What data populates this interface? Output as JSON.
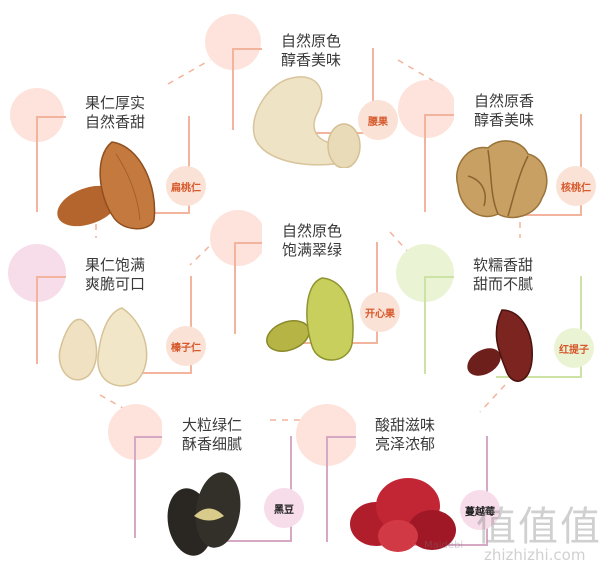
{
  "colors": {
    "pink_blob": "#fde3db",
    "orange_line": "#f2b49c",
    "orange_tag_bg": "#fbe2d6",
    "orange_tag_text": "#d6582b",
    "green_line": "#cde3a6",
    "green_tag_bg": "#eaf4d5",
    "purple_line": "#d7a8c4",
    "purple_tag_bg": "#f7dcea",
    "purple_tag_text": "#222222"
  },
  "cards": [
    {
      "id": "cashew",
      "title_line1": "自然原色",
      "title_line2": "醇香美味",
      "tag": "腰果",
      "icon": "cashew-nut-image"
    },
    {
      "id": "almond",
      "title_line1": "果仁厚实",
      "title_line2": "自然香甜",
      "tag": "扁桃仁",
      "icon": "almond-image"
    },
    {
      "id": "walnut",
      "title_line1": "自然原香",
      "title_line2": "醇香美味",
      "tag": "核桃仁",
      "icon": "walnut-image"
    },
    {
      "id": "hazelnut",
      "title_line1": "果仁饱满",
      "title_line2": "爽脆可口",
      "tag": "榛子仁",
      "icon": "hazelnut-image"
    },
    {
      "id": "pistachio",
      "title_line1": "自然原色",
      "title_line2": "饱满翠绿",
      "tag": "开心果",
      "icon": "pistachio-image"
    },
    {
      "id": "raisin",
      "title_line1": "软糯香甜",
      "title_line2": "甜而不腻",
      "tag": "红提子",
      "icon": "red-raisin-image"
    },
    {
      "id": "blackbean",
      "title_line1": "大粒绿仁",
      "title_line2": "酥香细腻",
      "tag": "黑豆",
      "icon": "black-bean-image"
    },
    {
      "id": "cranberry",
      "title_line1": "酸甜滋味",
      "title_line2": "亮泽浓郁",
      "tag": "蔓越莓",
      "icon": "cranberry-image"
    }
  ],
  "watermark": {
    "logo_text": "值值值",
    "url_text": "zhizhizhi.com",
    "small_text": "Maidebl"
  }
}
